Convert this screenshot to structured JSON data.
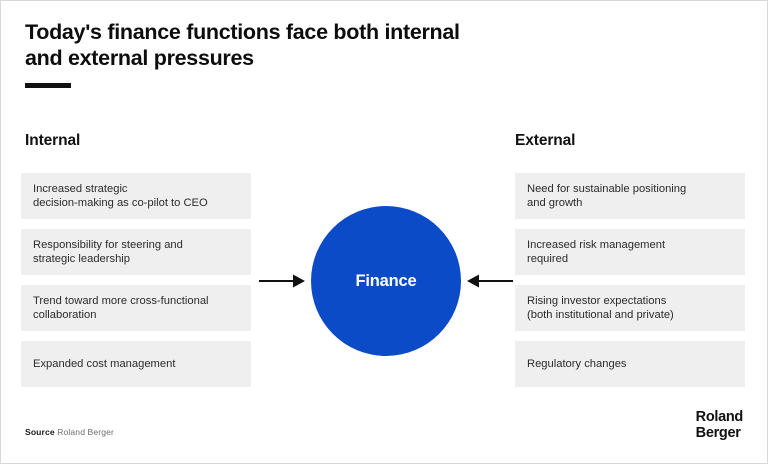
{
  "slide": {
    "title": "Today's finance functions face both internal\nand external pressures",
    "accent_color": "#0B4BC8",
    "box_color": "#EFEFEF"
  },
  "internal": {
    "heading": "Internal",
    "items": [
      {
        "text": "Increased strategic\ndecision-making as co-pilot to CEO"
      },
      {
        "text": "Responsibility for steering and\nstrategic leadership"
      },
      {
        "text": "Trend toward more cross-functional\ncollaboration"
      },
      {
        "text": "Expanded cost management"
      }
    ]
  },
  "external": {
    "heading": "External",
    "items": [
      {
        "text": "Need for sustainable positioning\nand growth"
      },
      {
        "text": "Increased risk management\nrequired"
      },
      {
        "text": "Rising investor expectations\n(both institutional and private)"
      },
      {
        "text": "Regulatory changes"
      }
    ]
  },
  "center": {
    "label": "Finance"
  },
  "arrows": {
    "left": "arrow-right-icon",
    "right": "arrow-left-icon"
  },
  "footer": {
    "source_label": "Source",
    "source_value": "Roland Berger",
    "logo_line1": "Roland",
    "logo_line2": "Berger"
  }
}
